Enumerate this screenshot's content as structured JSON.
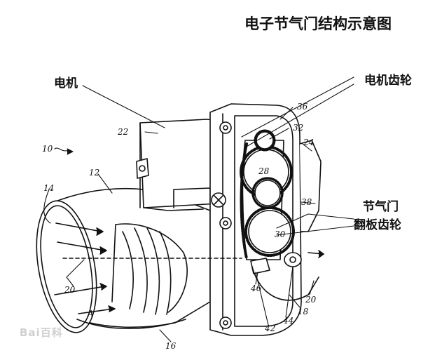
{
  "title": "电子节气门结构示意图",
  "labels": {
    "motor": "电机",
    "motor_gear": "电机齿轮",
    "throttle_gear_line1": "节气门",
    "throttle_gear_line2": "翻板齿轮"
  },
  "part_numbers": {
    "n10": "10",
    "n12": "12",
    "n14": "14",
    "n16": "16",
    "n18": "18",
    "n20a": "20",
    "n20b": "20",
    "n22": "22",
    "n24": "24",
    "n28": "28",
    "n30": "30",
    "n32": "32",
    "n36": "36",
    "n38": "38",
    "n42": "42",
    "n44": "44",
    "n46": "46",
    "arrowA": "A"
  },
  "watermark": "Bai百科"
}
